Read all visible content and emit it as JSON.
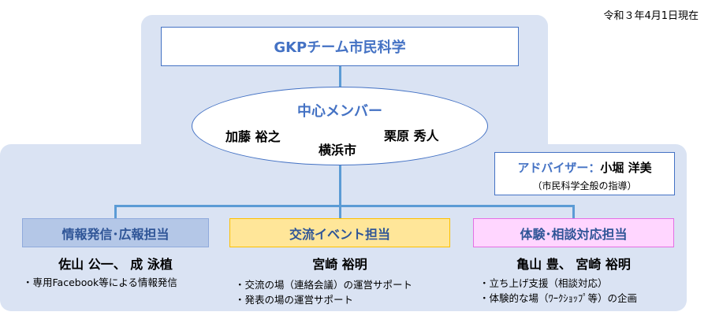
{
  "date": "令和３年4月1日現在",
  "org": {
    "title": "GKPチーム市民科学"
  },
  "core": {
    "title": "中心メンバー",
    "members": [
      "加藤 裕之",
      "栗原 秀人",
      "横浜市"
    ]
  },
  "advisor": {
    "role": "アドバイザー：",
    "name": "小堀 洋美",
    "note": "（市民科学全般の指導）"
  },
  "departments": [
    {
      "title": "情報発信･広報担当",
      "people": "佐山 公一、 成 泳植",
      "tasks": [
        "・専用Facebook等による情報発信"
      ],
      "color": "#b4c7e7"
    },
    {
      "title": "交流イベント担当",
      "people": "宮崎 裕明",
      "tasks": [
        "・交流の場（連絡会議）の運営サポート",
        "・発表の場の運営サポート"
      ],
      "color": "#ffe699"
    },
    {
      "title": "体験･相談対応担当",
      "people": "亀山 豊、 宮崎 裕明",
      "tasks": [
        "・立ち上げ支援（相談対応）",
        "・体験的な場（ﾜｰｸｼｮｯﾌﾟ等）の企画"
      ],
      "color": "#ffd6ff"
    }
  ]
}
